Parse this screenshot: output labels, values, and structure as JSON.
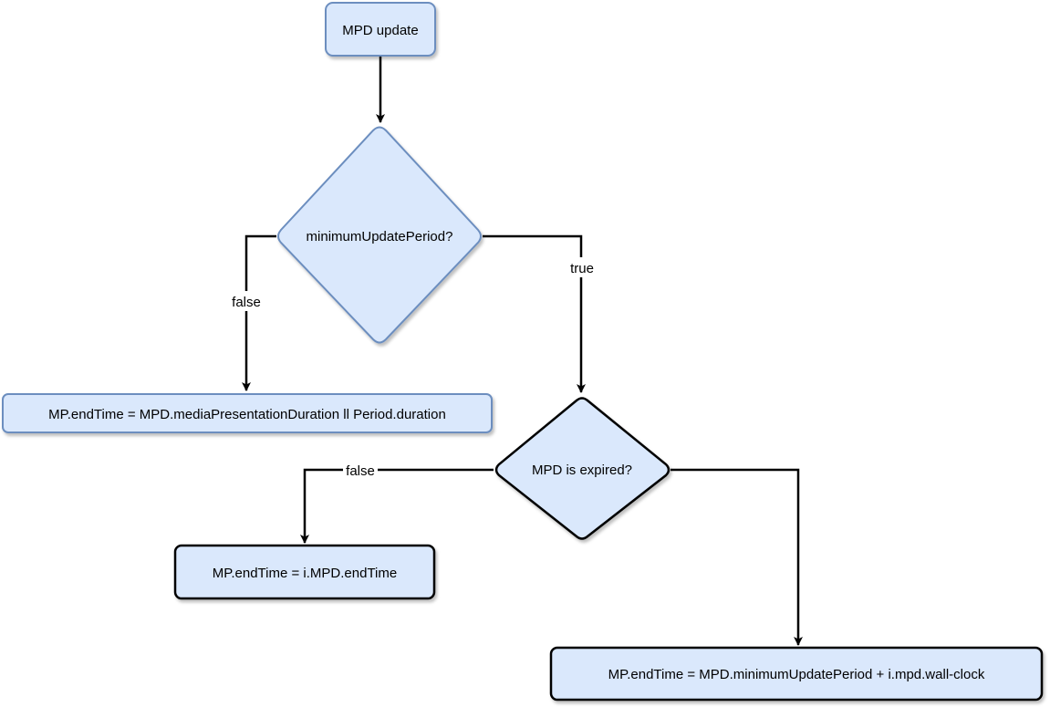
{
  "colors": {
    "node_fill": "#dae8fc",
    "node_stroke_blue": "#6c8ebf",
    "node_stroke_black": "#000000",
    "edge": "#000000",
    "label_bg": "#ffffff"
  },
  "nodes": {
    "start": {
      "label": "MPD update"
    },
    "decision_min_update": {
      "label": "minimumUpdatePeriod?"
    },
    "result_static": {
      "label": "MP.endTime = MPD.mediaPresentationDuration ll Period.duration"
    },
    "decision_expired": {
      "label": "MPD is expired?"
    },
    "result_previous": {
      "label": "MP.endTime = i.MPD.endTime"
    },
    "result_dynamic": {
      "label": "MP.endTime = MPD.minimumUpdatePeriod + i.mpd.wall-clock"
    }
  },
  "edges": {
    "min_update_false": {
      "label": "false"
    },
    "min_update_true": {
      "label": "true"
    },
    "expired_false": {
      "label": "false"
    }
  }
}
